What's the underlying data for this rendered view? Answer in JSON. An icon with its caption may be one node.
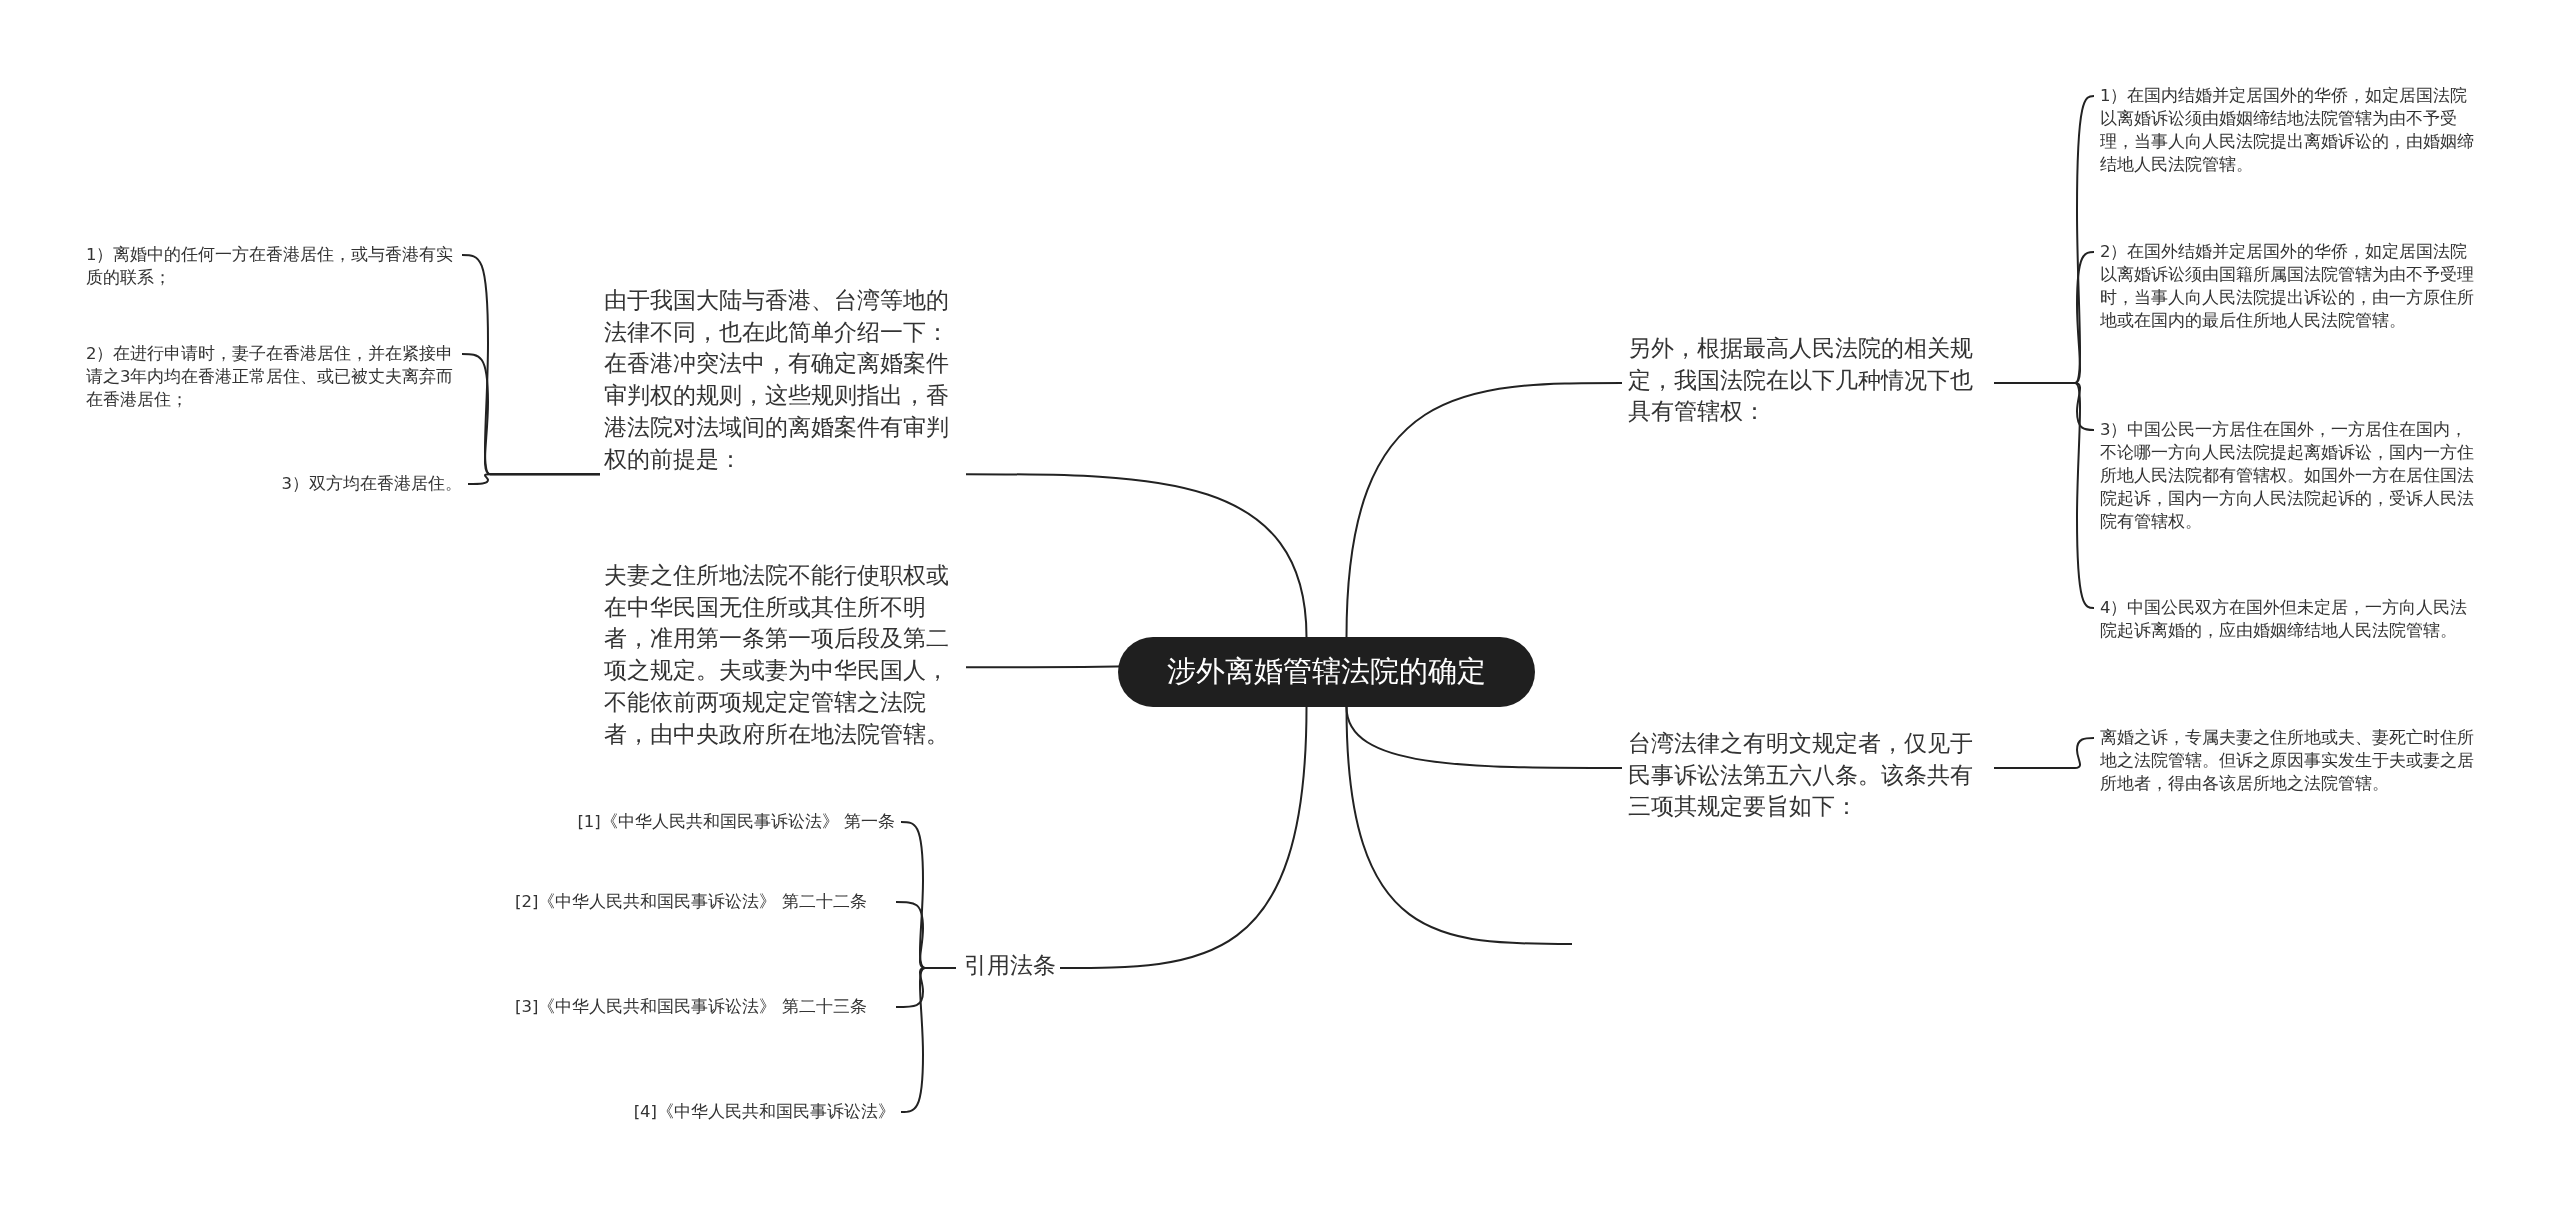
{
  "diagram": {
    "nodes": [
      {
        "text": [
          "涉外离婚管辖法院的确定"
        ]
      },
      {
        "text": [
          "由于我国大陆与香港、台湾等地的法律不同，也在此简单介绍一下：在香港冲突法中，有确定离婚案件审判权的规则，这些规则指出，香港法院对法域间的离婚案件有审判权的前提是："
        ]
      },
      {
        "text": [
          "1）离婚中的任何一方在香港居住，或与香港有实质的联系；"
        ]
      },
      {
        "text": [
          "2）在进行申请时，妻子在香港居住，并在紧接申请之3年内均在香港正常居住、或已被丈夫离弃而在香港居住；"
        ]
      },
      {
        "text": [
          "3）双方均在香港居住。"
        ]
      },
      {
        "text": [
          "夫妻之住所地法院不能行使职权或在中华民国无住所或其住所不明者，准用第一条第一项后段及第二项之规定。夫或妻为中华民国人，不能依前两项规定定管辖之法院者，由中央政府所在地法院管辖。"
        ]
      },
      {
        "text": [
          "引用法条"
        ]
      },
      {
        "text": [
          "[1]《中华人民共和国民事诉讼法》 第一条"
        ]
      },
      {
        "text": [
          "[2]《中华人民共和国民事诉讼法》 第二十二条"
        ]
      },
      {
        "text": [
          "[3]《中华人民共和国民事诉讼法》 第二十三条"
        ]
      },
      {
        "text": [
          "[4]《中华人民共和国民事诉讼法》"
        ]
      },
      {
        "text": [
          "另外，根据最高人民法院的相关规定，我国法院在以下几种情况下也具有管辖权："
        ]
      },
      {
        "text": [
          "1）在国内结婚并定居国外的华侨，如定居国法院以离婚诉讼须由婚姻缔结地法院管辖为由不予受理，当事人向人民法院提出离婚诉讼的，由婚姻缔结地人民法院管辖。"
        ]
      },
      {
        "text": [
          "2）在国外结婚并定居国外的华侨，如定居国法院以离婚诉讼须由国籍所属国法院管辖为由不予受理时，当事人向人民法院提出诉讼的，由一方原住所地或在国内的最后住所地人民法院管辖。"
        ]
      },
      {
        "text": [
          "3）中国公民一方居住在国外，一方居住在国内，不论哪一方向人民法院提起离婚诉讼，国内一方住所地人民法院都有管辖权。如国外一方在居住国法院起诉，国内一方向人民法院起诉的，受诉人民法院有管辖权。"
        ]
      },
      {
        "text": [
          "4）中国公民双方在国外但未定居，一方向人民法院起诉离婚的，应由婚姻缔结地人民法院管辖。"
        ]
      },
      {
        "text": [
          "台湾法律之有明文规定者，仅见于民事诉讼法第五六八条。该条共有三项其规定要旨如下："
        ]
      },
      {
        "text": [
          "离婚之诉，专属夫妻之住所地或夫、妻死亡时住所地之法院管辖。但诉之原因事实发生于夫或妻之居所地者，得由各该居所地之法院管辖。"
        ]
      }
    ],
    "edges": [
      {
        "from": 0,
        "to": 1,
        "arrow": "none"
      },
      {
        "from": 0,
        "to": 5,
        "arrow": "none"
      },
      {
        "from": 0,
        "to": 6,
        "arrow": "none"
      },
      {
        "from": 0,
        "to": 11,
        "arrow": "none"
      },
      {
        "from": 0,
        "to": 16,
        "arrow": "none"
      },
      {
        "from": 0,
        "to": null,
        "arrow": "none"
      },
      {
        "from": 1,
        "to": 2,
        "arrow": "none"
      },
      {
        "from": 1,
        "to": 3,
        "arrow": "none"
      },
      {
        "from": 1,
        "to": 4,
        "arrow": "none"
      },
      {
        "from": 6,
        "to": 7,
        "arrow": "none"
      },
      {
        "from": 6,
        "to": 8,
        "arrow": "none"
      },
      {
        "from": 6,
        "to": 9,
        "arrow": "none"
      },
      {
        "from": 6,
        "to": 10,
        "arrow": "none"
      },
      {
        "from": 11,
        "to": 12,
        "arrow": "none"
      },
      {
        "from": 11,
        "to": 13,
        "arrow": "none"
      },
      {
        "from": 11,
        "to": 14,
        "arrow": "none"
      },
      {
        "from": 11,
        "to": 15,
        "arrow": "none"
      },
      {
        "from": 16,
        "to": 17,
        "arrow": "none"
      }
    ]
  }
}
